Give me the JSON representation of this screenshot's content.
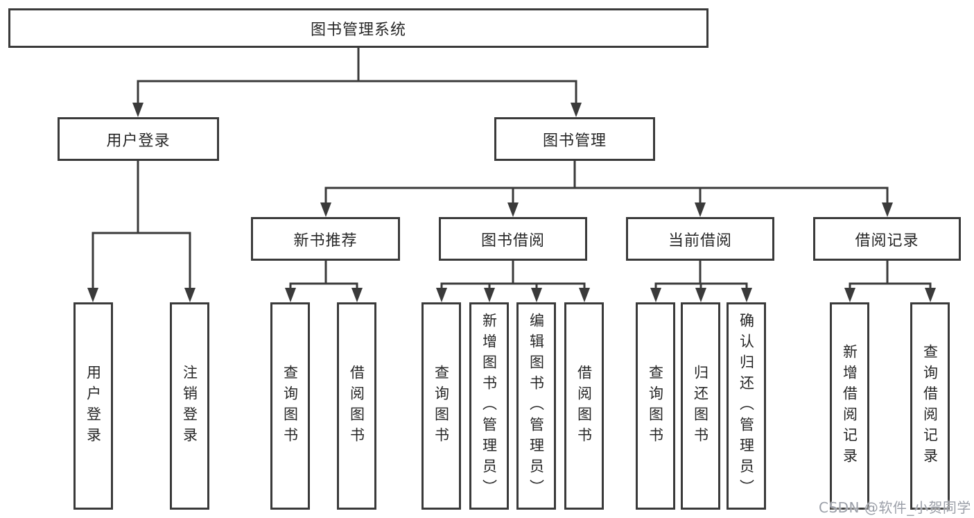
{
  "tree": {
    "root": {
      "label": "图书管理系统",
      "children": [
        {
          "label": "用户登录",
          "children": [
            {
              "label": "用户登录"
            },
            {
              "label": "注销登录"
            }
          ]
        },
        {
          "label": "图书管理",
          "children": [
            {
              "label": "新书推荐",
              "children": [
                {
                  "label": "查询图书"
                },
                {
                  "label": "借阅图书"
                }
              ]
            },
            {
              "label": "图书借阅",
              "children": [
                {
                  "label": "查询图书"
                },
                {
                  "label": "新增图书（管理员）"
                },
                {
                  "label": "编辑图书（管理员）"
                },
                {
                  "label": "借阅图书"
                }
              ]
            },
            {
              "label": "当前借阅",
              "children": [
                {
                  "label": "查询图书"
                },
                {
                  "label": "归还图书"
                },
                {
                  "label": "确认归还（管理员）"
                }
              ]
            },
            {
              "label": "借阅记录",
              "children": [
                {
                  "label": "新增借阅记录"
                },
                {
                  "label": "查询借阅记录"
                }
              ]
            }
          ]
        }
      ]
    }
  },
  "watermark": {
    "text": "CSDN @软件_小贺同学"
  },
  "colors": {
    "line": "#3a3a3a",
    "text": "#262626",
    "background": "#ffffff",
    "watermark": "#9b9fa8"
  }
}
